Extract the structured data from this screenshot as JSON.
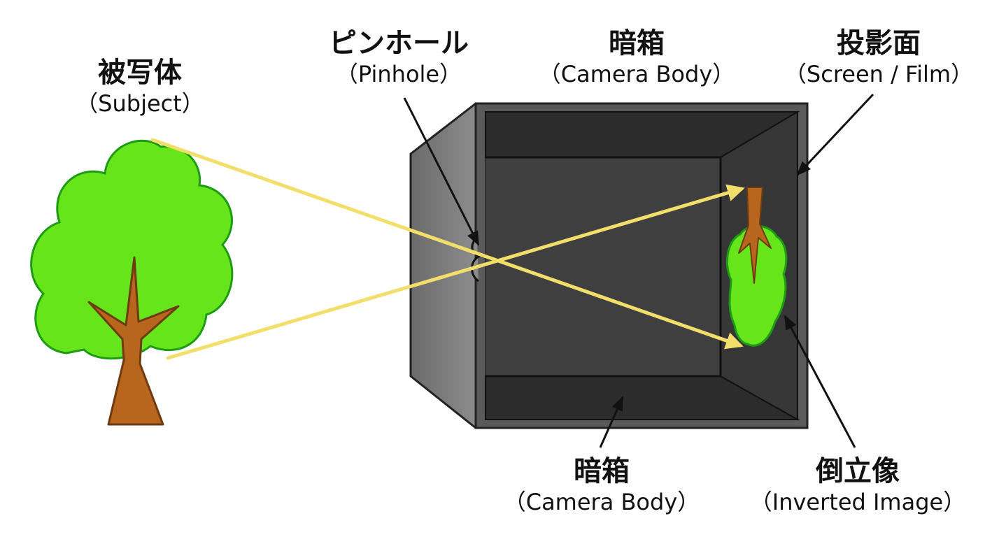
{
  "labels": {
    "subject": {
      "jp": "被写体",
      "en": "（Subject）"
    },
    "pinhole": {
      "jp": "ピンホール",
      "en": "（Pinhole）"
    },
    "body_top": {
      "jp": "暗箱",
      "en": "（Camera Body）"
    },
    "screen": {
      "jp": "投影面",
      "en": "（Screen / Film）"
    },
    "body_bottom": {
      "jp": "暗箱",
      "en": "（Camera Body）"
    },
    "inverted": {
      "jp": "倒立像",
      "en": "（Inverted Image）"
    }
  },
  "colors": {
    "foliage": "#66e61a",
    "foliage_outline": "#1e9b14",
    "trunk": "#b8661e",
    "trunk_outline": "#6e3a10",
    "box_outer": "#5a5a5a",
    "box_interior": "#3a3a3a",
    "box_panel": "#2c2c2c",
    "ray": "#f2df6b"
  }
}
